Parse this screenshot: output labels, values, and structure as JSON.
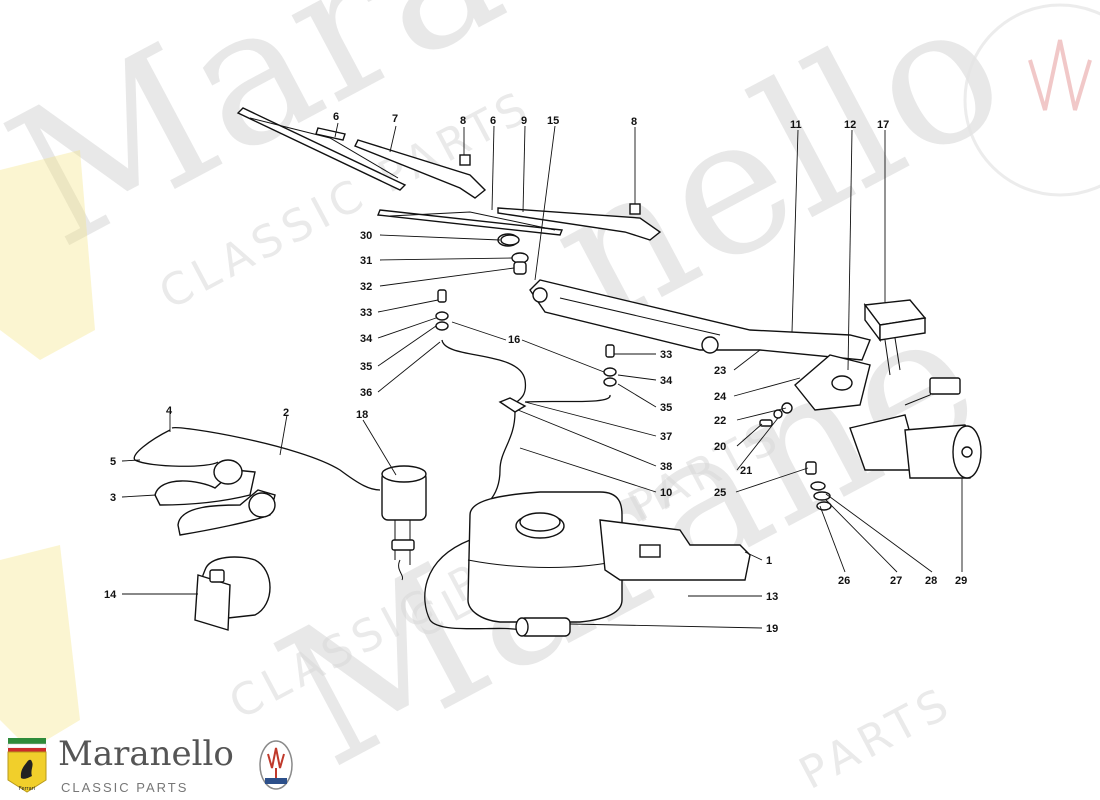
{
  "watermark": {
    "words": [
      "Mara",
      "nello",
      "Marane",
      "CLASSIC PARTS",
      "CLASSIC PARTS",
      "CLASSIC PARTS",
      "PARTS"
    ]
  },
  "brand": {
    "name": "Maranello",
    "subtitle": "CLASSIC PARTS",
    "ferrari_badge_text": "Ferrari"
  },
  "callouts": [
    {
      "id": "6",
      "label": "6"
    },
    {
      "id": "7",
      "label": "7"
    },
    {
      "id": "8a",
      "label": "8"
    },
    {
      "id": "6b",
      "label": "6"
    },
    {
      "id": "9",
      "label": "9"
    },
    {
      "id": "15",
      "label": "15"
    },
    {
      "id": "8b",
      "label": "8"
    },
    {
      "id": "11",
      "label": "11"
    },
    {
      "id": "12",
      "label": "12"
    },
    {
      "id": "17",
      "label": "17"
    },
    {
      "id": "30",
      "label": "30"
    },
    {
      "id": "31",
      "label": "31"
    },
    {
      "id": "32",
      "label": "32"
    },
    {
      "id": "33a",
      "label": "33"
    },
    {
      "id": "34a",
      "label": "34"
    },
    {
      "id": "35a",
      "label": "35"
    },
    {
      "id": "36",
      "label": "36"
    },
    {
      "id": "16",
      "label": "16"
    },
    {
      "id": "33b",
      "label": "33"
    },
    {
      "id": "34b",
      "label": "34"
    },
    {
      "id": "35b",
      "label": "35"
    },
    {
      "id": "23",
      "label": "23"
    },
    {
      "id": "24",
      "label": "24"
    },
    {
      "id": "22",
      "label": "22"
    },
    {
      "id": "20",
      "label": "20"
    },
    {
      "id": "21",
      "label": "21"
    },
    {
      "id": "37",
      "label": "37"
    },
    {
      "id": "38",
      "label": "38"
    },
    {
      "id": "10",
      "label": "10"
    },
    {
      "id": "25",
      "label": "25"
    },
    {
      "id": "4",
      "label": "4"
    },
    {
      "id": "2",
      "label": "2"
    },
    {
      "id": "5",
      "label": "5"
    },
    {
      "id": "3",
      "label": "3"
    },
    {
      "id": "18",
      "label": "18"
    },
    {
      "id": "1",
      "label": "1"
    },
    {
      "id": "13",
      "label": "13"
    },
    {
      "id": "19",
      "label": "19"
    },
    {
      "id": "14",
      "label": "14"
    },
    {
      "id": "26",
      "label": "26"
    },
    {
      "id": "27",
      "label": "27"
    },
    {
      "id": "28",
      "label": "28"
    },
    {
      "id": "29",
      "label": "29"
    }
  ]
}
